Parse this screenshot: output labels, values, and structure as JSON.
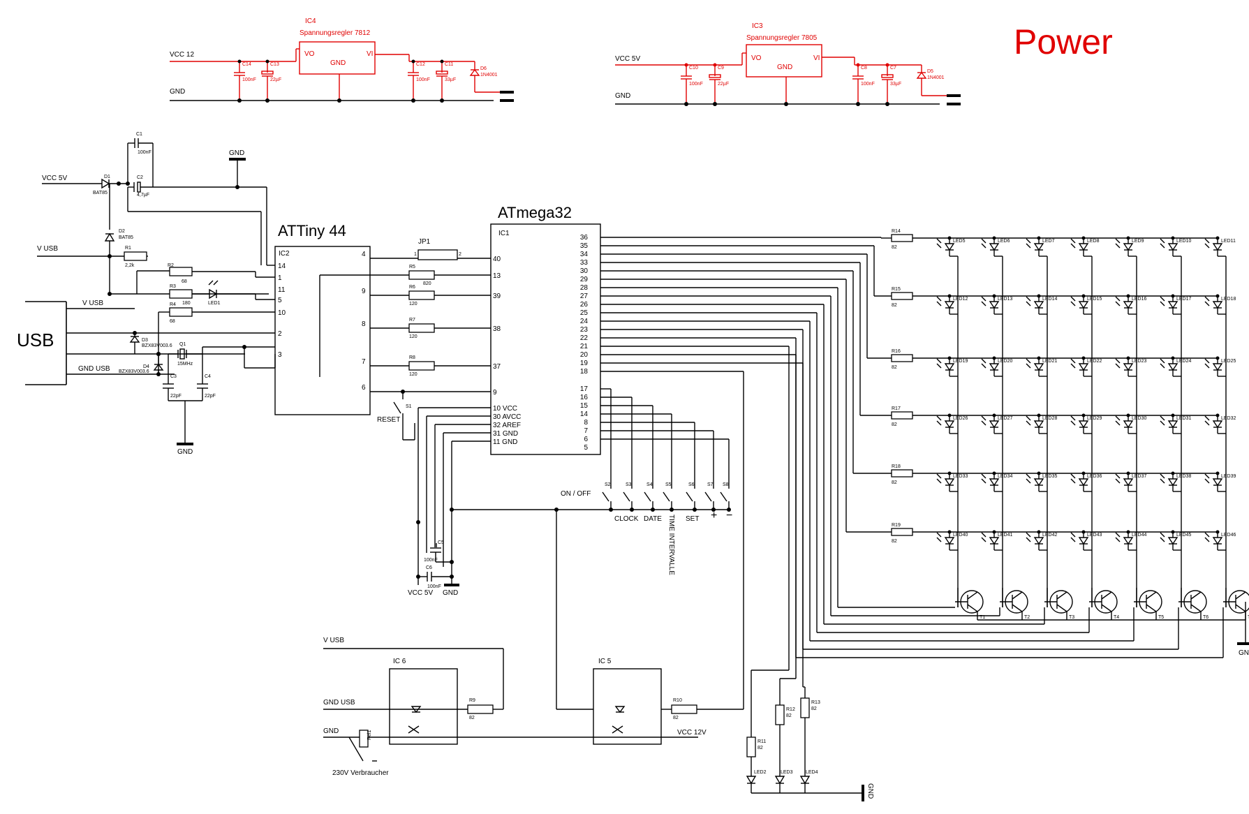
{
  "title": "Power",
  "chips": {
    "attiny": "ATTiny 44",
    "atmega": "ATmega32",
    "usb": "USB",
    "ic1": "IC1",
    "ic2": "IC2",
    "ic3": "IC3",
    "ic4": "IC4",
    "ic5": "IC 5",
    "ic6": "IC 6",
    "reg7812": "Spannungsregler 7812",
    "reg7805": "Spannungsregler 7805"
  },
  "nets": {
    "vcc12": "VCC 12",
    "vcc5": "VCC 5V",
    "gnd": "GND",
    "vusb": "V USB",
    "gndusb": "GND USB",
    "vcc12v": "VCC 12V",
    "load": "230V Verbraucher",
    "rel": "Rel1"
  },
  "buttons": {
    "reset": "RESET",
    "onoff": "ON / OFF",
    "clock": "CLOCK",
    "date": "DATE",
    "time": "TIME INTERVALLE",
    "set": "SET",
    "plus": "+",
    "minus": "−"
  },
  "atmega_left_pins": [
    "40",
    "13",
    "39",
    "38",
    "37",
    "9",
    "10 VCC",
    "30 AVCC",
    "32 AREF",
    "31 GND",
    "11 GND"
  ],
  "atmega_right_pins": [
    "36",
    "35",
    "34",
    "33",
    "30",
    "29",
    "28",
    "27",
    "26",
    "25",
    "24",
    "23",
    "22",
    "21",
    "20",
    "19",
    "18",
    "17",
    "16",
    "15",
    "14",
    "8",
    "7",
    "6",
    "5"
  ],
  "attiny_left_pins": [
    "14",
    "1",
    "11",
    "5",
    "10",
    "2",
    "3"
  ],
  "attiny_right_pins": [
    "4",
    "9",
    "8",
    "7",
    "6"
  ],
  "led_matrix_resistors": [
    "R14",
    "R15",
    "R16",
    "R17",
    "R18",
    "R19"
  ],
  "led_matrix_rows": [
    [
      "LED5",
      "LED6",
      "LED7",
      "LED8",
      "LED9",
      "LED10",
      "LED11"
    ],
    [
      "LED12",
      "LED13",
      "LED14",
      "LED15",
      "LED16",
      "LED17",
      "LED18"
    ],
    [
      "LED19",
      "LED20",
      "LED21",
      "LED22",
      "LED23",
      "LED24",
      "LED25"
    ],
    [
      "LED26",
      "LED27",
      "LED28",
      "LED29",
      "LED30",
      "LED31",
      "LED32"
    ],
    [
      "LED33",
      "LED34",
      "LED35",
      "LED36",
      "LED37",
      "LED38",
      "LED39"
    ],
    [
      "LED40",
      "LED41",
      "LED42",
      "LED43",
      "LED44",
      "LED45",
      "LED46"
    ]
  ],
  "switches": [
    "S1",
    "S2",
    "S3",
    "S4",
    "S5",
    "S6",
    "S7",
    "S8"
  ],
  "parts": {
    "c1": "C1",
    "c1v": "100nF",
    "c2": "C2",
    "c2v": "4,7µF",
    "d1": "D1",
    "d1v": "BAT85",
    "d2": "D2",
    "d2v": "BAT85",
    "r1": "R1",
    "r1v": "2,2k",
    "r2": "R2",
    "r2v": "68",
    "r3": "R3",
    "r3v": "180",
    "r4": "R4",
    "r4v": "68",
    "led1": "LED1",
    "d3": "D3",
    "d3v": "BZX83V003.6",
    "d4": "D4",
    "d4v": "BZX83V003.6",
    "q1": "Q1",
    "q1v": "15MHz",
    "c3": "C3",
    "c3v": "22pF",
    "c4": "C4",
    "c4v": "22pF",
    "jp1": "JP1",
    "r5": "R5",
    "r5v": "820",
    "r6": "R6",
    "r6v": "120",
    "r7": "R7",
    "r7v": "120",
    "r8": "R8",
    "r8v": "120",
    "c5": "C5",
    "c5v": "100nF",
    "c6": "C6",
    "c6v": "100nF",
    "r9": "R9",
    "r9v": "82",
    "r10": "R10",
    "r10v": "82",
    "r11": "R11",
    "r11v": "82",
    "r12": "R12",
    "r12v": "82",
    "r13": "R13",
    "r13v": "82",
    "led2": "LED2",
    "led3": "LED3",
    "led4": "LED4",
    "c14": "C14",
    "c14v": "100nF",
    "c13": "C13",
    "c13v": "22µF",
    "c12": "C12",
    "c12v": "100nF",
    "c11": "C11",
    "c11v": "33µF",
    "d6": "D6",
    "d6v": "1N4001",
    "c10": "C10",
    "c10v": "100nF",
    "c9": "C9",
    "c9v": "22µF",
    "c8": "C8",
    "c8v": "100nF",
    "c7": "C7",
    "c7v": "33µF",
    "d5": "D5",
    "d5v": "1N4001",
    "reg_vo": "VO",
    "reg_vi": "VI",
    "reg_gnd": "GND",
    "pin1": "1",
    "pin2": "2",
    "pin3": "3"
  },
  "colors": {
    "power_section": "#e00000",
    "wires": "#000000"
  }
}
